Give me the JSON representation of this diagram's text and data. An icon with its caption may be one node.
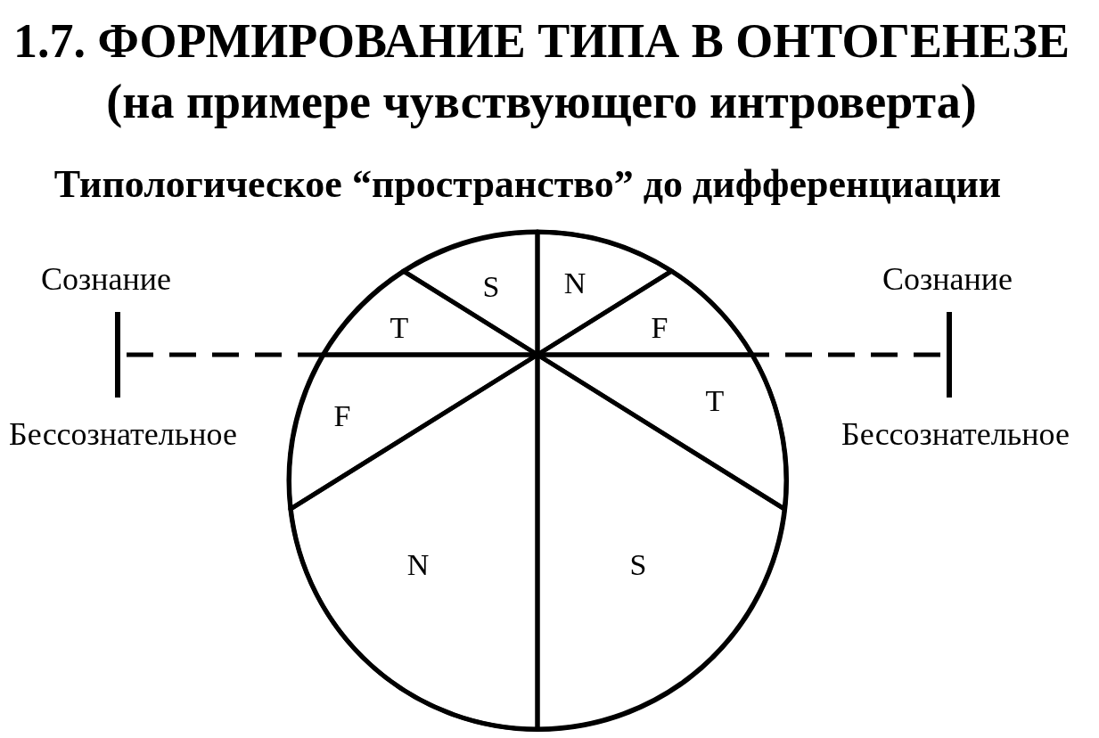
{
  "diagram": {
    "title": "1.7. ФОРМИРОВАНИЕ ТИПА В ОНТОГЕНЕЗЕ (на примере чувствующего интроверта)",
    "nodes": [
      {
        "text": [],
        "shape": "circle"
      },
      {
        "text": [
          "S"
        ],
        "in": 0
      },
      {
        "text": [
          "N"
        ],
        "in": 0
      },
      {
        "text": [
          "T"
        ],
        "in": 0
      },
      {
        "text": [
          "F"
        ],
        "in": 0
      },
      {
        "text": [
          "F"
        ],
        "in": 0
      },
      {
        "text": [
          "T"
        ],
        "in": 0
      },
      {
        "text": [
          "N"
        ],
        "in": 0
      },
      {
        "text": [
          "S"
        ],
        "in": 0
      },
      {
        "text": [],
        "shape": "bar"
      },
      {
        "text": [],
        "shape": "bar"
      }
    ],
    "edges": [
      {
        "from": 9,
        "to": 0,
        "arrow": "none",
        "style": "dashed"
      },
      {
        "from": 10,
        "to": 0,
        "arrow": "none",
        "style": "dashed"
      }
    ],
    "labels": [
      "Типологическое “пространство” до дифференциации",
      "Сознание",
      "Сознание",
      "Бессознательное",
      "Бессознательное"
    ]
  }
}
